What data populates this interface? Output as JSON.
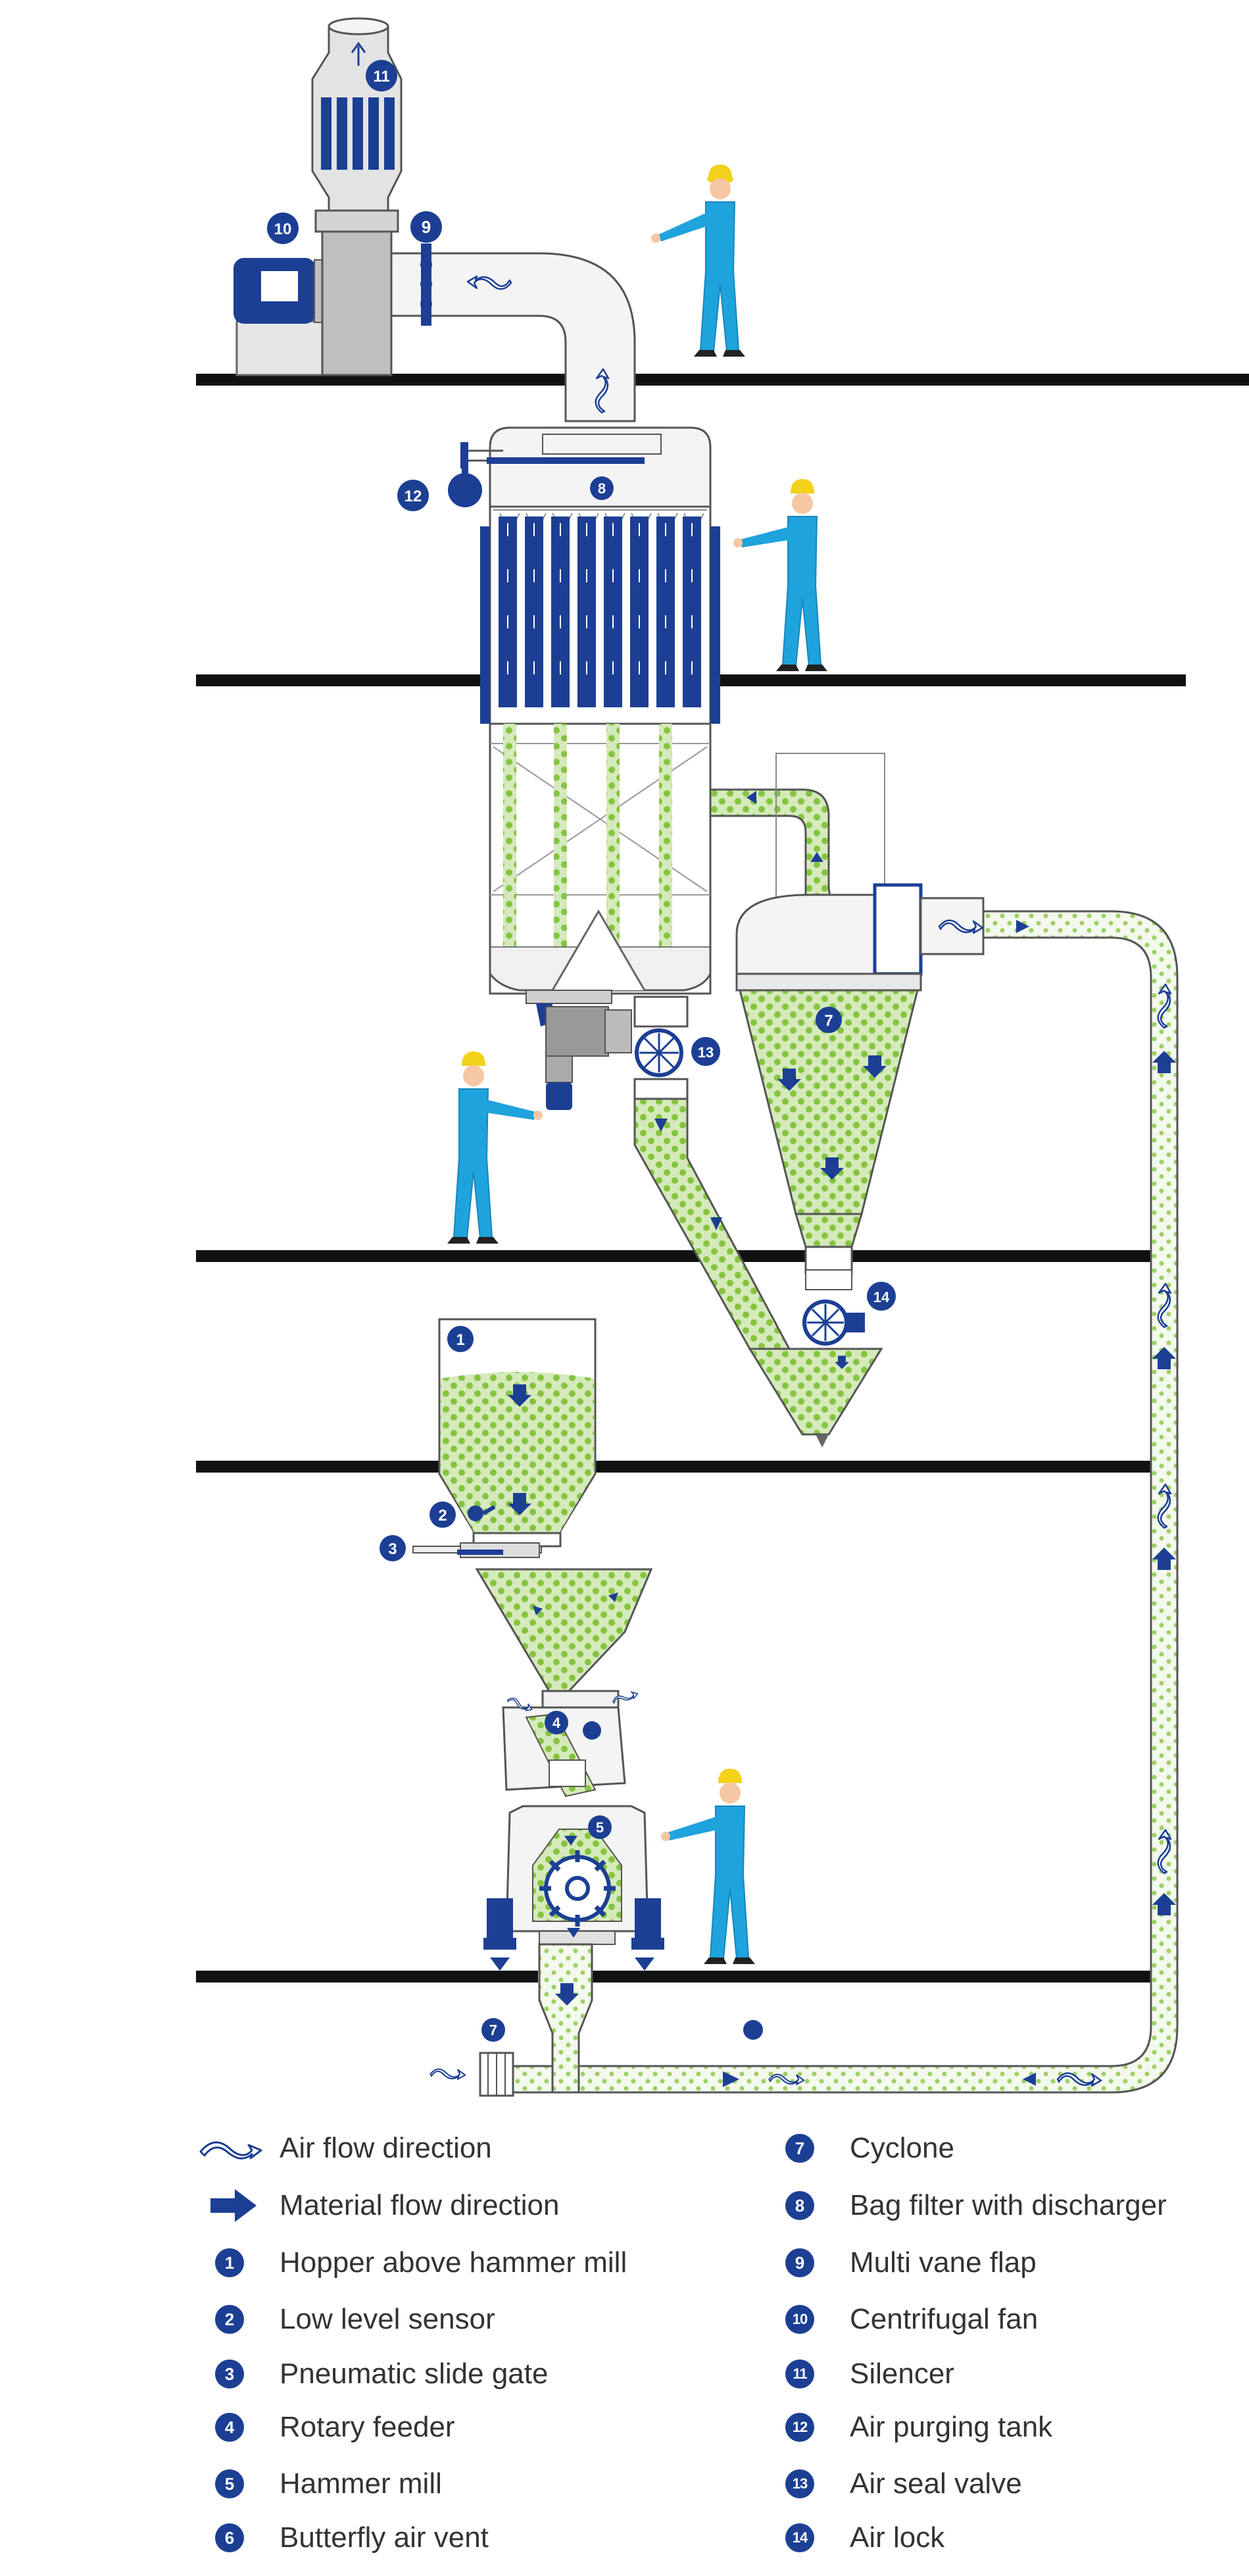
{
  "colors": {
    "blue": "#1c3f94",
    "green": "#86c440",
    "green_light": "#d5eabb",
    "steel": "#c8c8c8",
    "worker": "#1fa3dd",
    "hardhat": "#f2d21b",
    "floor": "#111111",
    "text": "#333333"
  },
  "callouts": {
    "c1": "1",
    "c2": "2",
    "c3": "3",
    "c4": "4",
    "c5": "5",
    "c7a": "7",
    "c7b": "7",
    "c8": "8",
    "c9": "9",
    "c10": "10",
    "c11": "11",
    "c12": "12",
    "c13": "13",
    "c14": "14"
  },
  "legend": {
    "air_flow": {
      "icon": "air-flow-arrow-icon",
      "label": "Air flow direction"
    },
    "material_flow": {
      "icon": "material-flow-arrow-icon",
      "label": "Material flow direction"
    },
    "items": [
      {
        "num": "1",
        "label": "Hopper above hammer mill"
      },
      {
        "num": "2",
        "label": "Low level sensor"
      },
      {
        "num": "3",
        "label": "Pneumatic slide gate"
      },
      {
        "num": "4",
        "label": "Rotary feeder"
      },
      {
        "num": "5",
        "label": "Hammer mill"
      },
      {
        "num": "6",
        "label": "Butterfly air vent"
      },
      {
        "num": "7",
        "label": "Cyclone"
      },
      {
        "num": "8",
        "label": "Bag filter with discharger"
      },
      {
        "num": "9",
        "label": "Multi vane flap"
      },
      {
        "num": "10",
        "label": "Centrifugal fan"
      },
      {
        "num": "11",
        "label": "Silencer"
      },
      {
        "num": "12",
        "label": "Air purging tank"
      },
      {
        "num": "13",
        "label": "Air seal valve"
      },
      {
        "num": "14",
        "label": "Air lock"
      }
    ]
  }
}
